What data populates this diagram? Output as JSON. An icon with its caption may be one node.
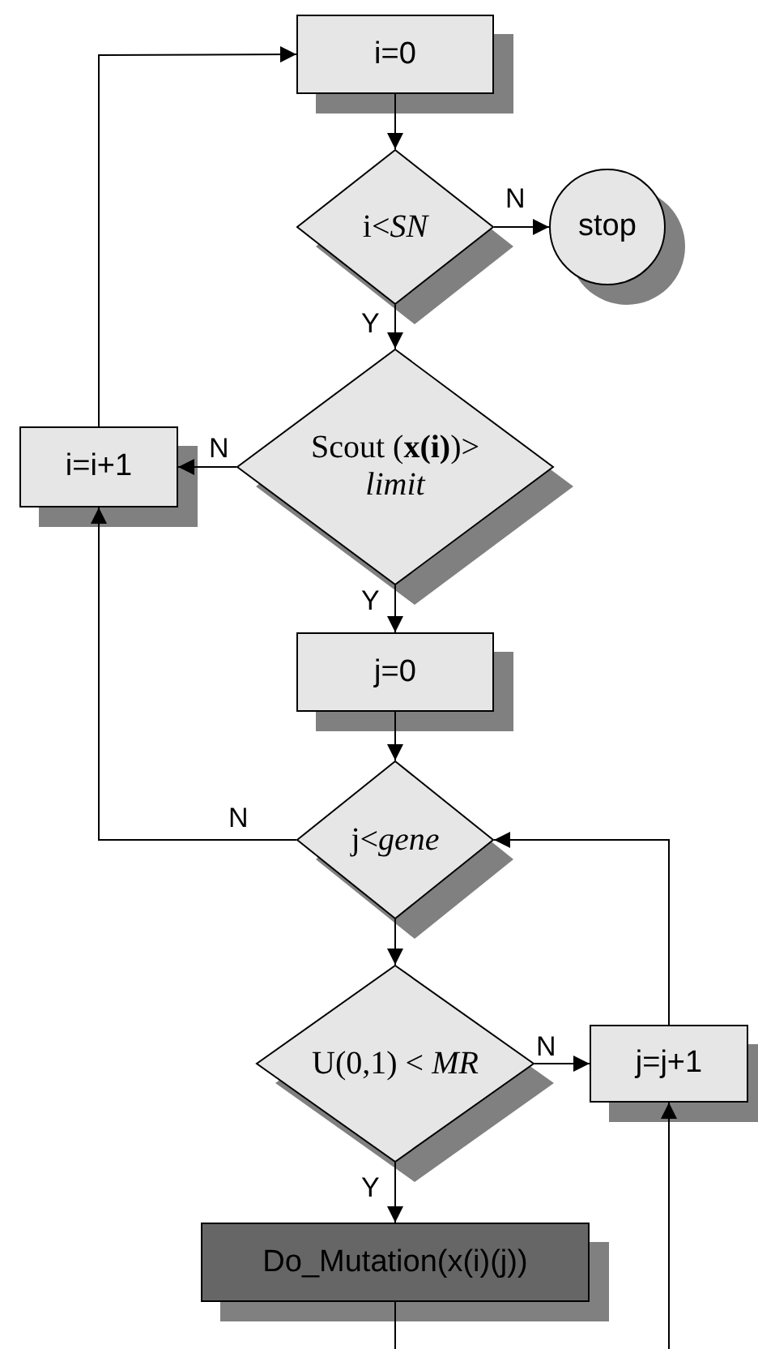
{
  "diagram": {
    "nodes": [
      {
        "text": [
          "i=0"
        ]
      },
      {
        "text": [
          "i<*SN*"
        ]
      },
      {
        "text": [
          "stop"
        ]
      },
      {
        "text": [
          "Scout (**x(i)**)> *limit*"
        ]
      },
      {
        "text": [
          "i=i+1"
        ]
      },
      {
        "text": [
          "j=0"
        ]
      },
      {
        "text": [
          "j<*gene*"
        ]
      },
      {
        "text": [
          "U(0,1) < *MR*"
        ]
      },
      {
        "text": [
          "j=j+1"
        ]
      },
      {
        "text": [
          "Do_Mutation(x(i)(j))"
        ]
      }
    ],
    "edges": [
      {
        "from": 0,
        "to": 1,
        "arrow": "to"
      },
      {
        "from": 1,
        "to": 2,
        "arrow": "to",
        "label": "N"
      },
      {
        "from": 1,
        "to": 3,
        "arrow": "to",
        "label": "Y"
      },
      {
        "from": 3,
        "to": 4,
        "arrow": "to",
        "label": "N"
      },
      {
        "from": 3,
        "to": 5,
        "arrow": "to",
        "label": "Y"
      },
      {
        "from": 4,
        "to": 0,
        "arrow": "to"
      },
      {
        "from": 5,
        "to": 6,
        "arrow": "to"
      },
      {
        "from": 6,
        "to": 4,
        "arrow": "to",
        "label": "N"
      },
      {
        "from": 6,
        "to": 7,
        "arrow": "to"
      },
      {
        "from": 7,
        "to": 8,
        "arrow": "to",
        "label": "N"
      },
      {
        "from": 7,
        "to": 9,
        "arrow": "to",
        "label": "Y"
      },
      {
        "from": 8,
        "to": 6,
        "arrow": "to"
      },
      {
        "from": 9,
        "to": null,
        "arrow": "none"
      },
      {
        "from": null,
        "to": 8,
        "arrow": "to"
      }
    ]
  }
}
